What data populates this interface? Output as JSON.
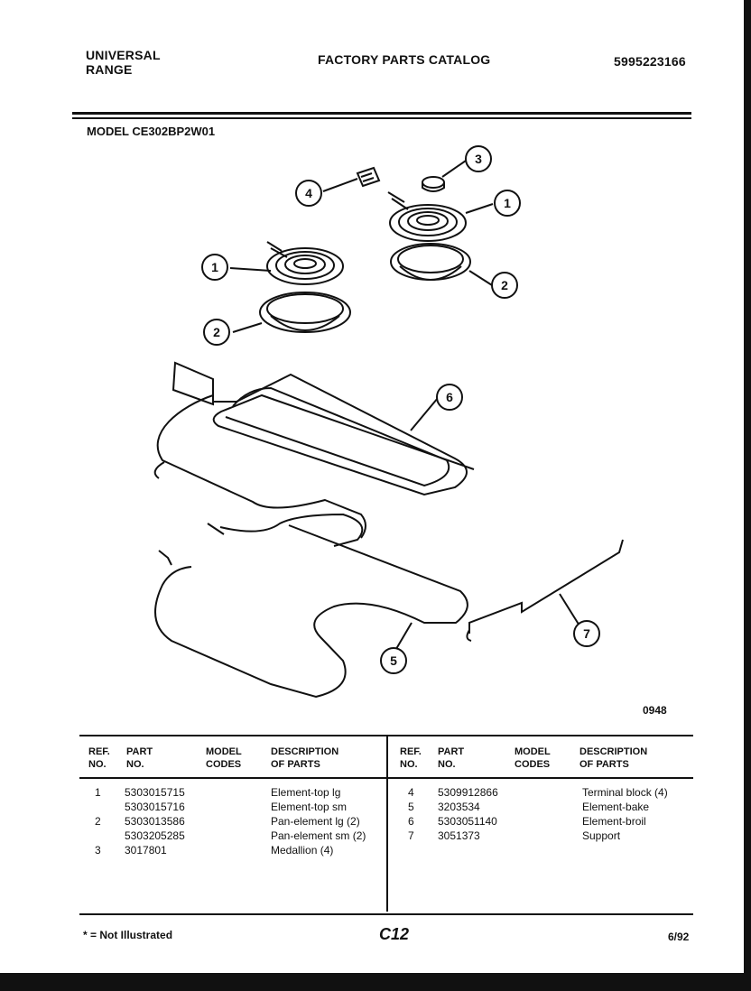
{
  "header": {
    "brand_line1": "UNIVERSAL",
    "brand_line2": "RANGE",
    "catalog_title": "FACTORY PARTS CATALOG",
    "catalog_number": "5995223166",
    "model_label": "MODEL CE302BP2W01"
  },
  "diagram": {
    "callouts": [
      "1",
      "1",
      "2",
      "2",
      "3",
      "4",
      "5",
      "6",
      "7"
    ],
    "figure_number": "0948"
  },
  "table": {
    "headers": {
      "ref": [
        "REF.",
        "NO."
      ],
      "part": [
        "PART",
        "NO."
      ],
      "model": [
        "MODEL",
        "CODES"
      ],
      "desc": [
        "DESCRIPTION",
        "OF PARTS"
      ]
    },
    "left": {
      "refs": [
        "1",
        "",
        "2",
        "",
        "3"
      ],
      "parts": [
        "5303015715",
        "5303015716",
        "5303013586",
        "5303205285",
        "3017801"
      ],
      "descs": [
        "Element-top lg",
        "Element-top sm",
        "Pan-element lg (2)",
        "Pan-element sm (2)",
        "Medallion (4)"
      ]
    },
    "right": {
      "refs": [
        "4",
        "5",
        "6",
        "7"
      ],
      "parts": [
        "5309912866",
        "3203534",
        "5303051140",
        "3051373"
      ],
      "descs": [
        "Terminal block (4)",
        "Element-bake",
        "Element-broil",
        "Support"
      ]
    }
  },
  "footer": {
    "note": "* = Not Illustrated",
    "page_code": "C12",
    "date": "6/92"
  }
}
